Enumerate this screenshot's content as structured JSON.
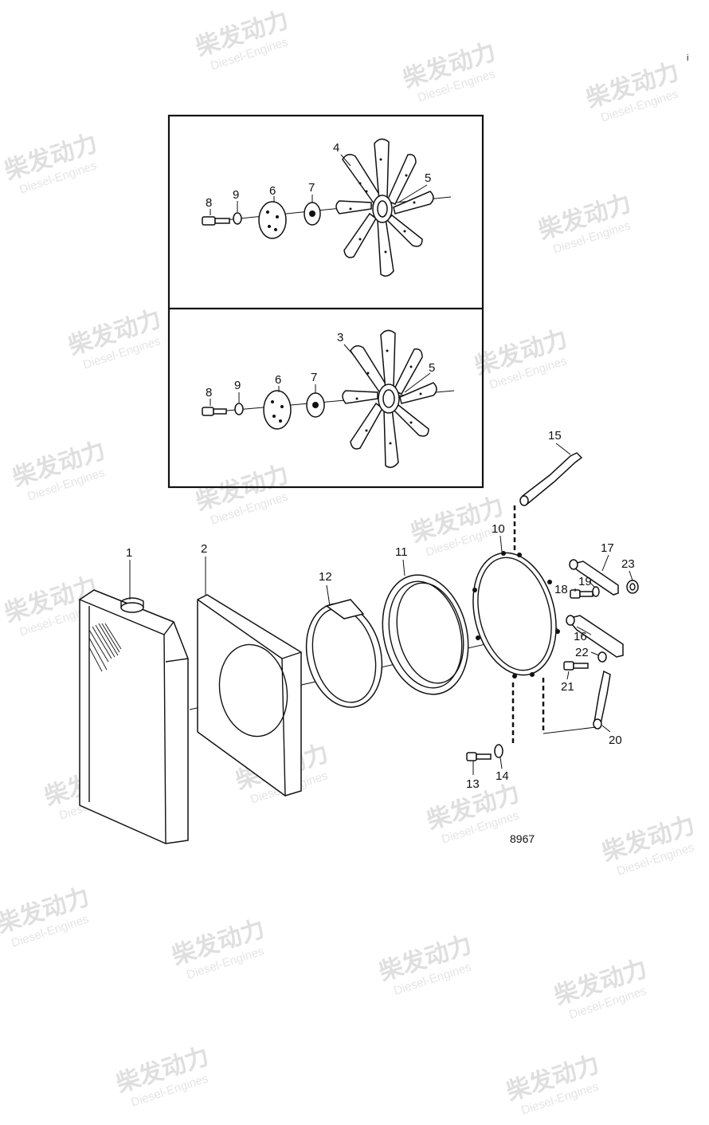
{
  "watermark": {
    "brand": "柴发动力",
    "subtitle": "Diesel-Engines"
  },
  "corner_mark": "i",
  "drawing_number": "8967",
  "callouts": {
    "n1": "1",
    "n2": "2",
    "n3": "3",
    "n4": "4",
    "n5": "5",
    "n6": "6",
    "n7": "7",
    "n8": "8",
    "n9": "9",
    "n10": "10",
    "n11": "11",
    "n12": "12",
    "n13": "13",
    "n14": "14",
    "n15": "15",
    "n16": "16",
    "n17": "17",
    "n18": "18",
    "n19": "19",
    "n20": "20",
    "n21": "21",
    "n22": "22",
    "n23": "23"
  }
}
